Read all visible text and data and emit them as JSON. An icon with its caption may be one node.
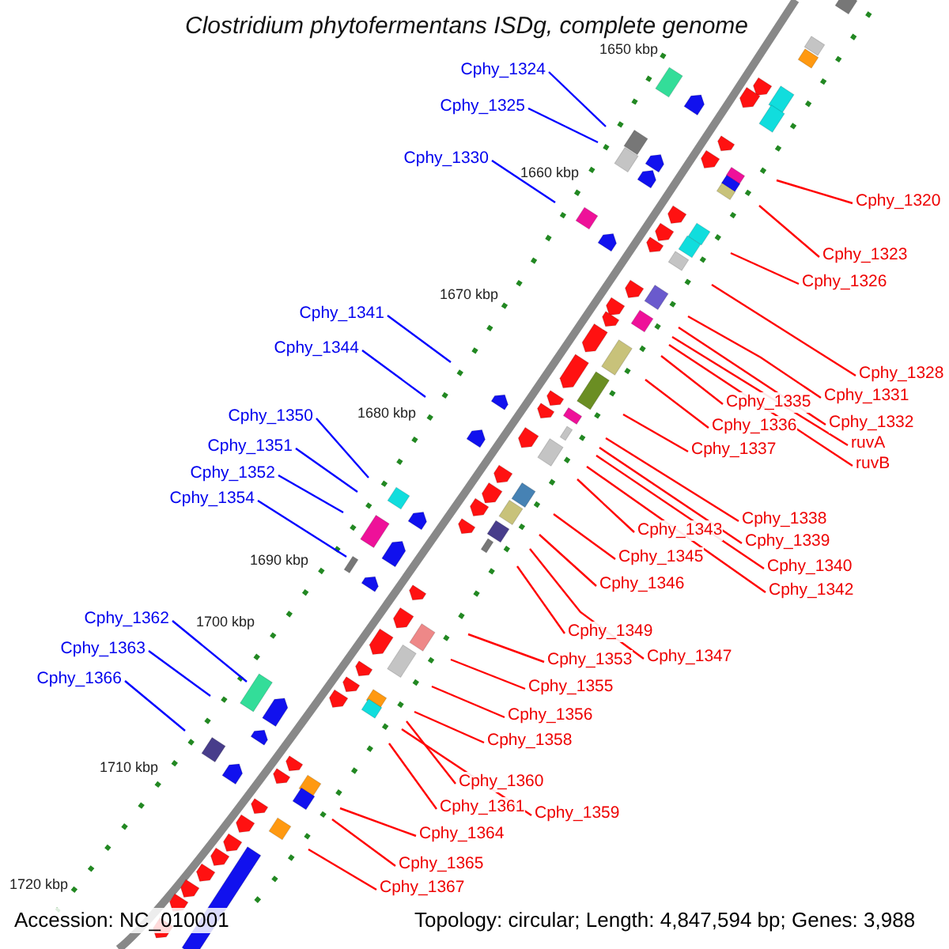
{
  "diagram": {
    "title": "Clostridium phytofermentans ISDg, complete genome",
    "nodes": [
      {
        "text": [
          "Cphy_1324"
        ]
      },
      {
        "text": [
          "Cphy_1325"
        ]
      },
      {
        "text": [
          "Cphy_1330"
        ]
      },
      {
        "text": [
          "Cphy_1320"
        ]
      },
      {
        "text": [
          "Cphy_1323"
        ]
      },
      {
        "text": [
          "Cphy_1326"
        ]
      },
      {
        "text": [
          "Cphy_1341"
        ]
      },
      {
        "text": [
          "Cphy_1344"
        ]
      },
      {
        "text": [
          "Cphy_1328"
        ]
      },
      {
        "text": [
          "Cphy_1331"
        ]
      },
      {
        "text": [
          "Cphy_1335"
        ]
      },
      {
        "text": [
          "Cphy_1350"
        ]
      },
      {
        "text": [
          "Cphy_1332"
        ]
      },
      {
        "text": [
          "Cphy_1336"
        ]
      },
      {
        "text": [
          "ruvA"
        ]
      },
      {
        "text": [
          "Cphy_1351"
        ]
      },
      {
        "text": [
          "Cphy_1337"
        ]
      },
      {
        "text": [
          "ruvB"
        ]
      },
      {
        "text": [
          "Cphy_1352"
        ]
      },
      {
        "text": [
          "Cphy_1354"
        ]
      },
      {
        "text": [
          "Cphy_1338"
        ]
      },
      {
        "text": [
          "Cphy_1343"
        ]
      },
      {
        "text": [
          "Cphy_1339"
        ]
      },
      {
        "text": [
          "Cphy_1345"
        ]
      },
      {
        "text": [
          "Cphy_1340"
        ]
      },
      {
        "text": [
          "Cphy_1346"
        ]
      },
      {
        "text": [
          "Cphy_1342"
        ]
      },
      {
        "text": [
          "Cphy_1362"
        ]
      },
      {
        "text": [
          "Cphy_1349"
        ]
      },
      {
        "text": [
          "Cphy_1363"
        ]
      },
      {
        "text": [
          "Cphy_1347"
        ]
      },
      {
        "text": [
          "Cphy_1353"
        ]
      },
      {
        "text": [
          "Cphy_1366"
        ]
      },
      {
        "text": [
          "Cphy_1355"
        ]
      },
      {
        "text": [
          "Cphy_1356"
        ]
      },
      {
        "text": [
          "Cphy_1358"
        ]
      },
      {
        "text": [
          "Cphy_1360"
        ]
      },
      {
        "text": [
          "Cphy_1361"
        ]
      },
      {
        "text": [
          "Cphy_1359"
        ]
      },
      {
        "text": [
          "Cphy_1364"
        ]
      },
      {
        "text": [
          "Cphy_1365"
        ]
      },
      {
        "text": [
          "Cphy_1367"
        ]
      }
    ],
    "edges": [
      {
        "from": 0,
        "to": null,
        "arrow": "none",
        "color": "#0000ff"
      },
      {
        "from": 1,
        "to": null,
        "arrow": "none",
        "color": "#0000ff"
      },
      {
        "from": 2,
        "to": null,
        "arrow": "none",
        "color": "#0000ff"
      },
      {
        "from": 3,
        "to": null,
        "arrow": "none"
      },
      {
        "from": 4,
        "to": null,
        "arrow": "none"
      },
      {
        "from": 5,
        "to": null,
        "arrow": "none"
      },
      {
        "from": 6,
        "to": null,
        "arrow": "none",
        "color": "#0000ff"
      },
      {
        "from": 7,
        "to": null,
        "arrow": "none",
        "color": "#0000ff"
      },
      {
        "from": 8,
        "to": null,
        "arrow": "none"
      },
      {
        "from": 9,
        "to": null,
        "arrow": "none"
      },
      {
        "from": 10,
        "to": null,
        "arrow": "none"
      },
      {
        "from": 11,
        "to": null,
        "arrow": "none",
        "color": "#0000ff"
      },
      {
        "from": 12,
        "to": null,
        "arrow": "none"
      },
      {
        "from": 13,
        "to": null,
        "arrow": "none"
      },
      {
        "from": 14,
        "to": null,
        "arrow": "none"
      },
      {
        "from": 15,
        "to": null,
        "arrow": "none",
        "color": "#0000ff"
      },
      {
        "from": 16,
        "to": null,
        "arrow": "none"
      },
      {
        "from": 17,
        "to": null,
        "arrow": "none"
      },
      {
        "from": 18,
        "to": null,
        "arrow": "none",
        "color": "#0000ff"
      },
      {
        "from": 19,
        "to": null,
        "arrow": "none",
        "color": "#0000ff"
      },
      {
        "from": 20,
        "to": null,
        "arrow": "none"
      },
      {
        "from": 21,
        "to": null,
        "arrow": "none"
      },
      {
        "from": 22,
        "to": null,
        "arrow": "none"
      },
      {
        "from": 23,
        "to": null,
        "arrow": "none"
      },
      {
        "from": 24,
        "to": null,
        "arrow": "none"
      },
      {
        "from": 25,
        "to": null,
        "arrow": "none"
      },
      {
        "from": 26,
        "to": null,
        "arrow": "none"
      },
      {
        "from": 27,
        "to": null,
        "arrow": "none",
        "color": "#0000ff"
      },
      {
        "from": 28,
        "to": null,
        "arrow": "none"
      },
      {
        "from": 29,
        "to": null,
        "arrow": "none",
        "color": "#0000ff"
      },
      {
        "from": 30,
        "to": null,
        "arrow": "none"
      },
      {
        "from": 31,
        "to": null,
        "arrow": "none"
      },
      {
        "from": 32,
        "to": null,
        "arrow": "none",
        "color": "#0000ff"
      },
      {
        "from": 33,
        "to": null,
        "arrow": "none"
      },
      {
        "from": 34,
        "to": null,
        "arrow": "none"
      },
      {
        "from": 35,
        "to": null,
        "arrow": "none"
      },
      {
        "from": 36,
        "to": null,
        "arrow": "none"
      },
      {
        "from": 37,
        "to": null,
        "arrow": "none"
      },
      {
        "from": 38,
        "to": null,
        "arrow": "none"
      },
      {
        "from": 39,
        "to": null,
        "arrow": "none"
      },
      {
        "from": 40,
        "to": null,
        "arrow": "none"
      },
      {
        "from": 41,
        "to": null,
        "arrow": "none"
      }
    ],
    "labels": [
      "1650 kbp",
      "1660 kbp",
      "1670 kbp",
      "1680 kbp",
      "1690 kbp",
      "1700 kbp",
      "1710 kbp",
      "1720 kbp",
      "Accession: NC_010001",
      "Topology: circular; Length: 4,847,594 bp; Genes: 3,988"
    ]
  }
}
